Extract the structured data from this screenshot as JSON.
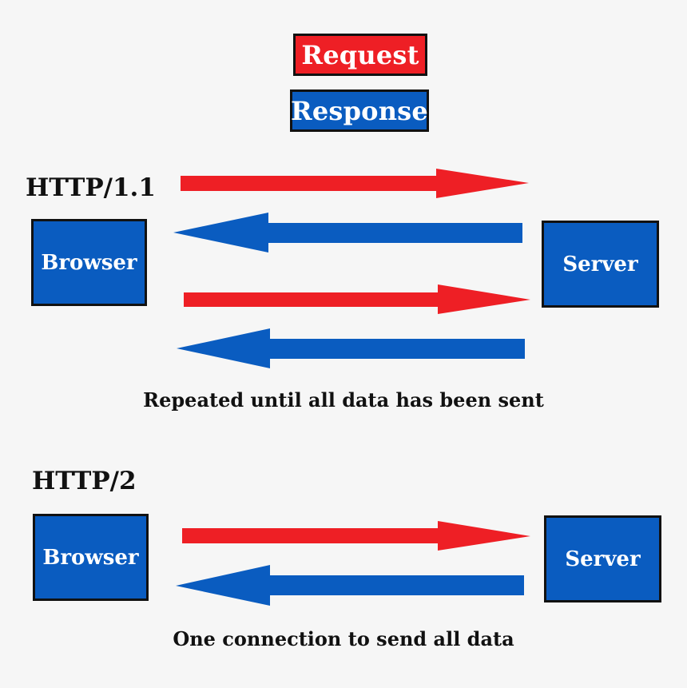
{
  "colors": {
    "request": "#ee1f25",
    "response": "#0a5cc0",
    "node_fill": "#0a5cc0",
    "background": "#f6f6f6",
    "text": "#111111"
  },
  "legend": {
    "request_label": "Request",
    "response_label": "Response"
  },
  "http1": {
    "label": "HTTP/1.1",
    "browser_label": "Browser",
    "server_label": "Server",
    "messages": [
      "request",
      "response",
      "request",
      "response"
    ],
    "caption": "Repeated until all data has been sent"
  },
  "http2": {
    "label": "HTTP/2",
    "browser_label": "Browser",
    "server_label": "Server",
    "messages": [
      "request",
      "response"
    ],
    "caption": "One connection to send all data"
  }
}
